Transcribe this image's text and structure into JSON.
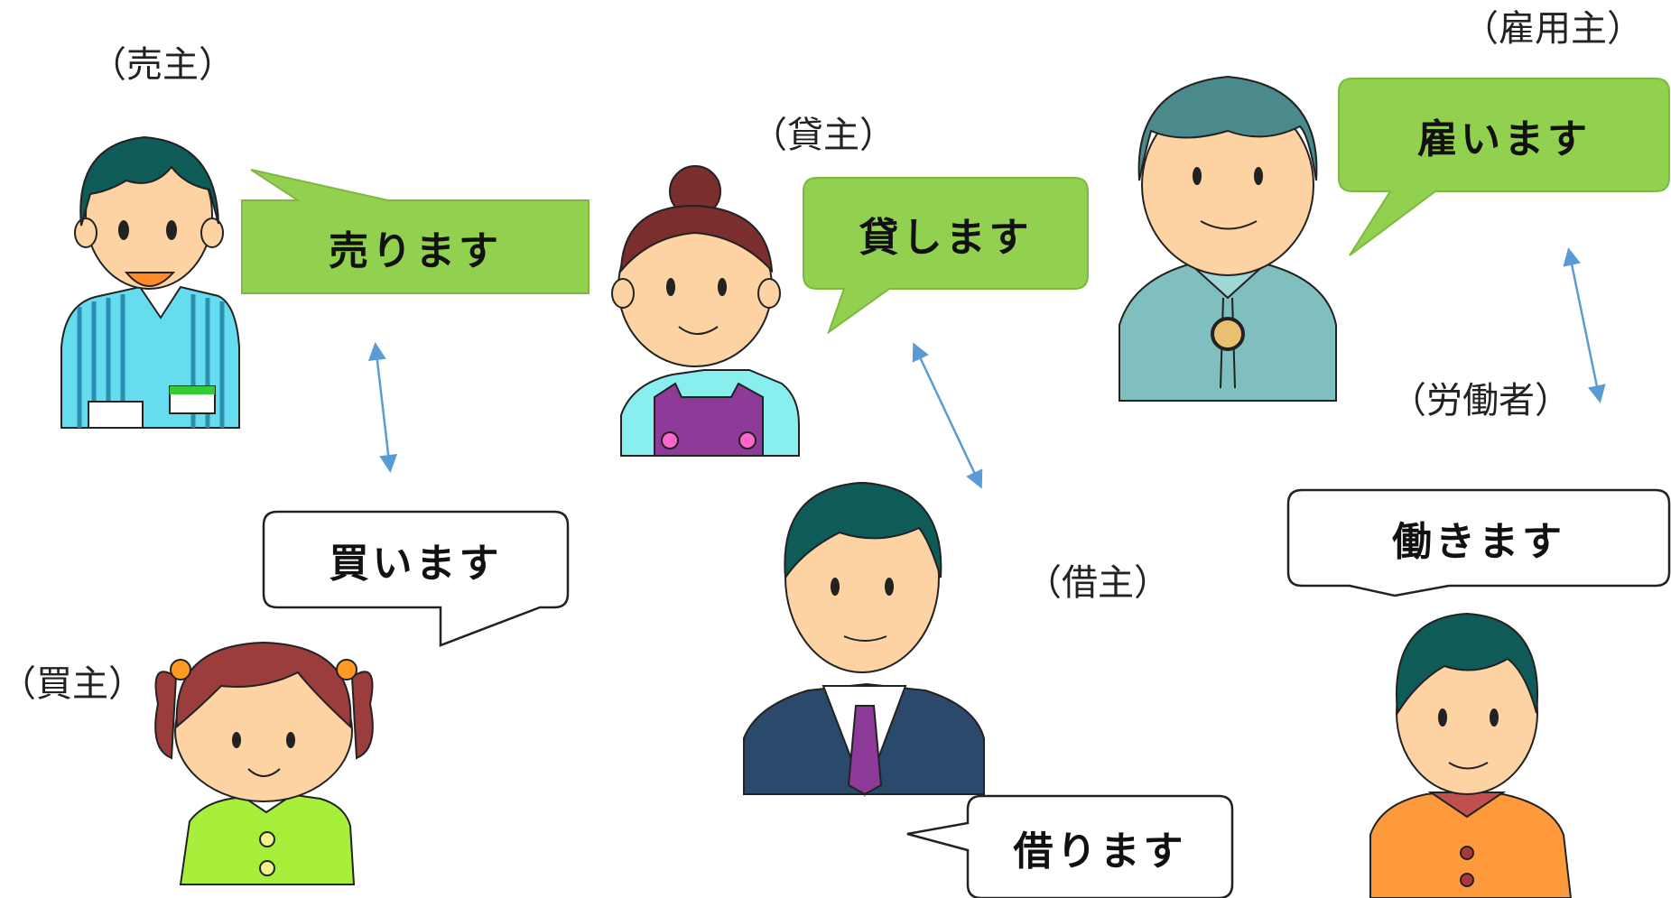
{
  "roles": {
    "seller": "（売主）",
    "buyer": "（買主）",
    "lender": "（貸主）",
    "borrower": "（借主）",
    "employer": "（雇用主）",
    "worker": "（労働者）"
  },
  "bubbles": {
    "sell": "売ります",
    "buy": "買います",
    "lend": "貸します",
    "borrow": "借ります",
    "hire": "雇います",
    "work": "働きます"
  },
  "colors": {
    "green_bubble": "#92D050",
    "white_bubble": "#FFFFFF",
    "arrow": "#5B9BD5"
  }
}
